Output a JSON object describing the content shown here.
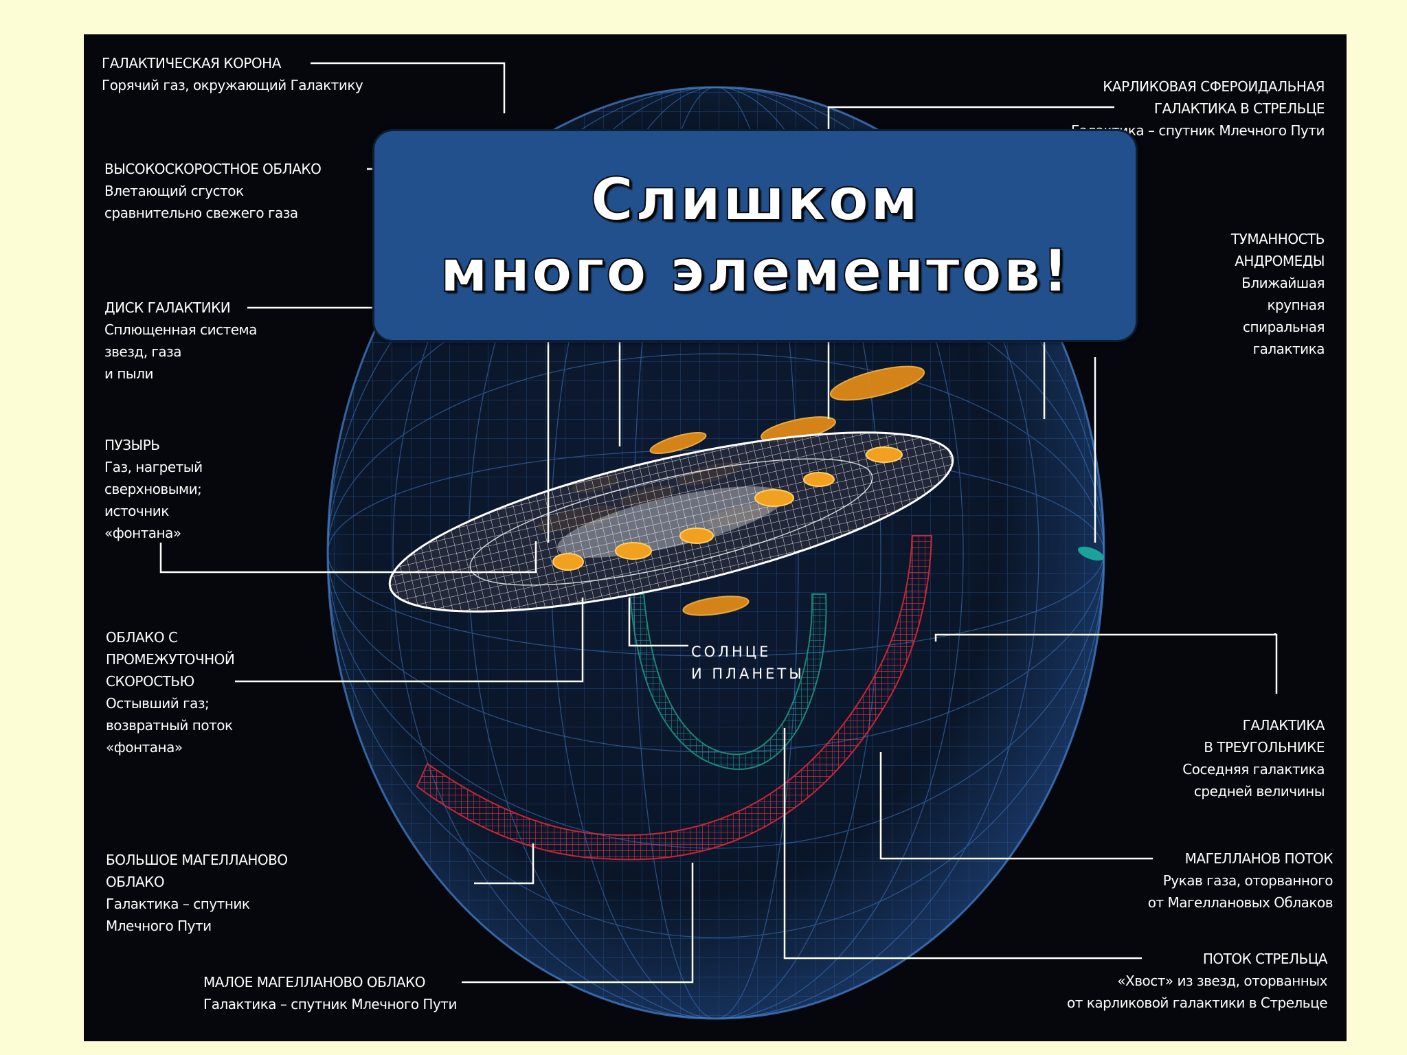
{
  "banner": {
    "line1": "Слишком",
    "line2": "много элементов!"
  },
  "labels": {
    "corona": {
      "title": "ГАЛАКТИЧЕСКАЯ КОРОНА",
      "desc": [
        "Горячий газ, окружающий Галактику"
      ]
    },
    "hvc": {
      "title": "ВЫСОКОСКОРОСТНОЕ ОБЛАКО",
      "desc": [
        "Влетающий сгусток",
        "сравнительно свежего газа"
      ]
    },
    "disk": {
      "title": "ДИСК ГАЛАКТИКИ",
      "desc": [
        "Сплющенная система",
        "звезд, газа",
        "и пыли"
      ]
    },
    "bubble": {
      "title": "ПУЗЫРЬ",
      "desc": [
        "Газ, нагретый",
        "сверхновыми;",
        "источник",
        "«фонтана»"
      ]
    },
    "ivc": {
      "title": [
        "ОБЛАКО С",
        "ПРОМЕЖУТОЧНОЙ",
        "СКОРОСТЬЮ"
      ],
      "desc": [
        "Остывший газ;",
        "возвратный поток",
        "«фонтана»"
      ]
    },
    "lmc": {
      "title": [
        "БОЛЬШОЕ МАГЕЛЛАНОВО",
        "ОБЛАКО"
      ],
      "desc": [
        "Галактика – спутник",
        "Млечного Пути"
      ]
    },
    "smc": {
      "title": "МАЛОЕ МАГЕЛЛАНОВО ОБЛАКО",
      "desc": [
        "Галактика – спутник Млечного Пути"
      ]
    },
    "sgr_dwarf": {
      "title": [
        "КАРЛИКОВАЯ СФЕРОИДАЛЬНАЯ",
        "ГАЛАКТИКА В СТРЕЛЬЦЕ"
      ],
      "desc": [
        "Галактика – спутник Млечного Пути"
      ]
    },
    "andromeda": {
      "title": [
        "ТУМАННОСТЬ",
        "АНДРОМЕДЫ"
      ],
      "desc": [
        "Ближайшая",
        "крупная",
        "спиральная",
        "галактика"
      ]
    },
    "triangulum": {
      "title": [
        "ГАЛАКТИКА",
        "В ТРЕУГОЛЬНИКЕ"
      ],
      "desc": [
        "Соседняя галактика",
        "средней величины"
      ]
    },
    "magellanic_stream": {
      "title": "МАГЕЛЛАНОВ ПОТОК",
      "desc": [
        "Рукав газа, оторванного",
        "от Магеллановых Облаков"
      ]
    },
    "sgr_stream": {
      "title": "ПОТОК СТРЕЛЬЦА",
      "desc": [
        "«Хвост» из звезд, оторванных",
        "от карликовой галактики в Стрельце"
      ]
    },
    "sun": [
      "СОЛНЦЕ",
      "И ПЛАНЕТЫ"
    ]
  },
  "colors": {
    "page_background": "#fdfdd5",
    "diagram_background": "#05070c",
    "banner_fill": "#21508c",
    "sphere_grid": "#3b6fb5",
    "disk_mesh": "#ffffff",
    "magellanic_stream": "#e0263a",
    "sagittarius_stream": "#1f9a86",
    "clouds": "#f0a020"
  }
}
